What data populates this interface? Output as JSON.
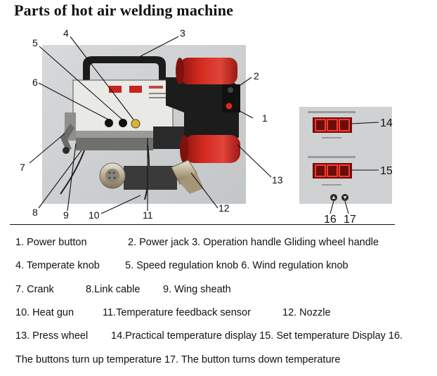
{
  "title": "Parts of hot air welding machine",
  "callouts": [
    "1",
    "2",
    "3",
    "4",
    "5",
    "6",
    "7",
    "8",
    "9",
    "10",
    "11",
    "12",
    "13",
    "14",
    "15",
    "16",
    "17"
  ],
  "legend": {
    "row1": [
      "1. Power button",
      "2. Power jack 3. Operation handle Gliding wheel handle"
    ],
    "row2": [
      "4. Temperate knob",
      "5. Speed regulation knob 6. Wind regulation knob"
    ],
    "row3": [
      "7. Crank",
      "8.Link cable",
      "9. Wing sheath"
    ],
    "row4": [
      "10. Heat gun",
      "11.Temperature feedback sensor",
      "12. Nozzle"
    ],
    "row5": [
      "13. Press wheel",
      "14.Practical temperature display 15. Set temperature Display 16."
    ],
    "row6": [
      "The buttons turn up temperature 17. The button turns down temperature"
    ]
  },
  "colors": {
    "wheel_red": "#c8241c",
    "display_red": "#e8261e",
    "body_grey": "#b9bcbd",
    "handle_black": "#1b1b1b",
    "nozzle_metal": "#b7a98a"
  },
  "icons": [
    "up-arrow-button-icon",
    "down-arrow-button-icon"
  ]
}
